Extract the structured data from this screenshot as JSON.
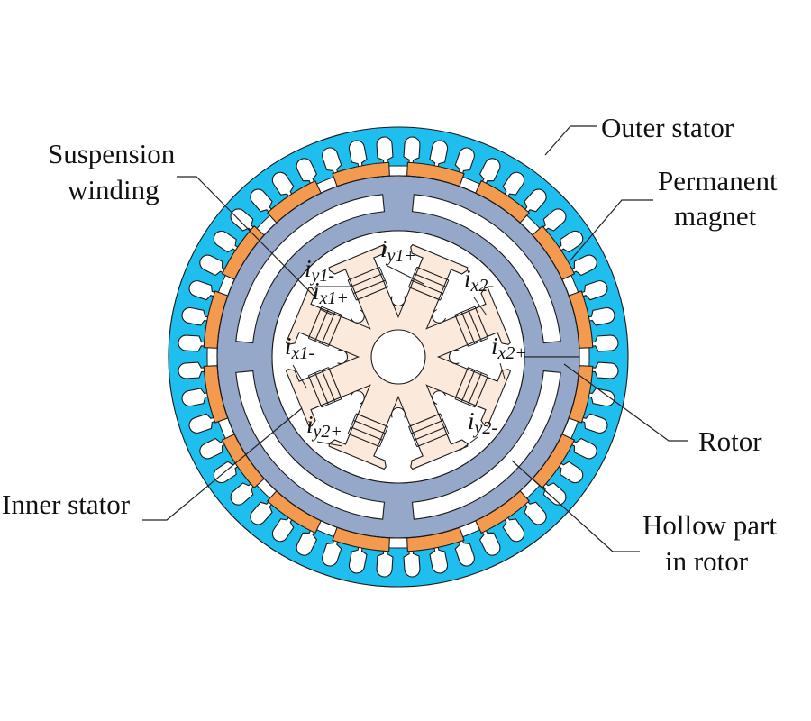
{
  "title": "Bearingless machine cross-section (dual stator with hollow rotor)",
  "colors": {
    "outer_stator": "#1EBEEE",
    "rotor": "#95A8C9",
    "permanent_magnet": "#F39A4E",
    "inner_stator": "#FBE9DC",
    "background": "#FFFFFF",
    "outline": "#1A1A1A"
  },
  "structure": {
    "outer_stator_slots": 48,
    "permanent_magnets": 16,
    "rotor_bridges": 4,
    "inner_stator_teeth": 8
  },
  "labels": {
    "outer_stator": [
      "Outer stator"
    ],
    "permanent_magnet": [
      "Permanent",
      "magnet"
    ],
    "suspension_winding": [
      "Suspension",
      "winding"
    ],
    "rotor": [
      "Rotor"
    ],
    "inner_stator": [
      "Inner stator"
    ],
    "hollow_part": [
      "Hollow part",
      "in rotor"
    ]
  },
  "currents": [
    {
      "id": "iy1-",
      "main": "i",
      "sub": "y1-"
    },
    {
      "id": "iy1+",
      "main": "i",
      "sub": "y1+"
    },
    {
      "id": "ix2-",
      "main": "i",
      "sub": "x2-"
    },
    {
      "id": "ix1+",
      "main": "i",
      "sub": "x1+"
    },
    {
      "id": "ix1-",
      "main": "i",
      "sub": "x1-"
    },
    {
      "id": "ix2+",
      "main": "i",
      "sub": "x2+"
    },
    {
      "id": "iy2+",
      "main": "i",
      "sub": "y2+"
    },
    {
      "id": "iy2-",
      "main": "i",
      "sub": "y2-"
    }
  ]
}
